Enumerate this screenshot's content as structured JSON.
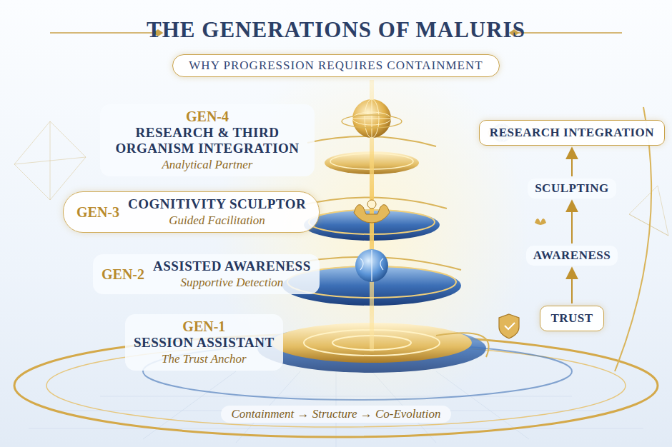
{
  "diagram": {
    "title": "THE GENERATIONS OF MALURIS",
    "nodes": [
      {
        "text": [
          "WHY PROGRESSION REQUIRES CONTAINMENT"
        ]
      },
      {
        "text": [
          "GEN-4",
          "RESEARCH & THIRD ORGANISM INTEGRATION",
          "Analytical Partner"
        ]
      },
      {
        "text": [
          "GEN-3",
          "COGNITIVITY SCULPTOR",
          "Guided Facilitation"
        ]
      },
      {
        "text": [
          "GEN-2",
          "ASSISTED AWARENESS",
          "Supportive Detection"
        ]
      },
      {
        "text": [
          "GEN-1",
          "SESSION ASSISTANT",
          "The Trust Anchor"
        ]
      },
      {
        "text": [
          "RESEARCH INTEGRATION"
        ]
      },
      {
        "text": [
          "SCULPTING"
        ]
      },
      {
        "text": [
          "AWARENESS"
        ]
      },
      {
        "text": [
          "TRUST"
        ]
      }
    ],
    "edges": [
      {
        "from": 8,
        "to": 7,
        "arrow": "to"
      },
      {
        "from": 7,
        "to": 6,
        "arrow": "to"
      },
      {
        "from": 6,
        "to": 5,
        "arrow": "to"
      }
    ],
    "labels": [
      "Containment → Structure → Co-Evolution"
    ]
  }
}
